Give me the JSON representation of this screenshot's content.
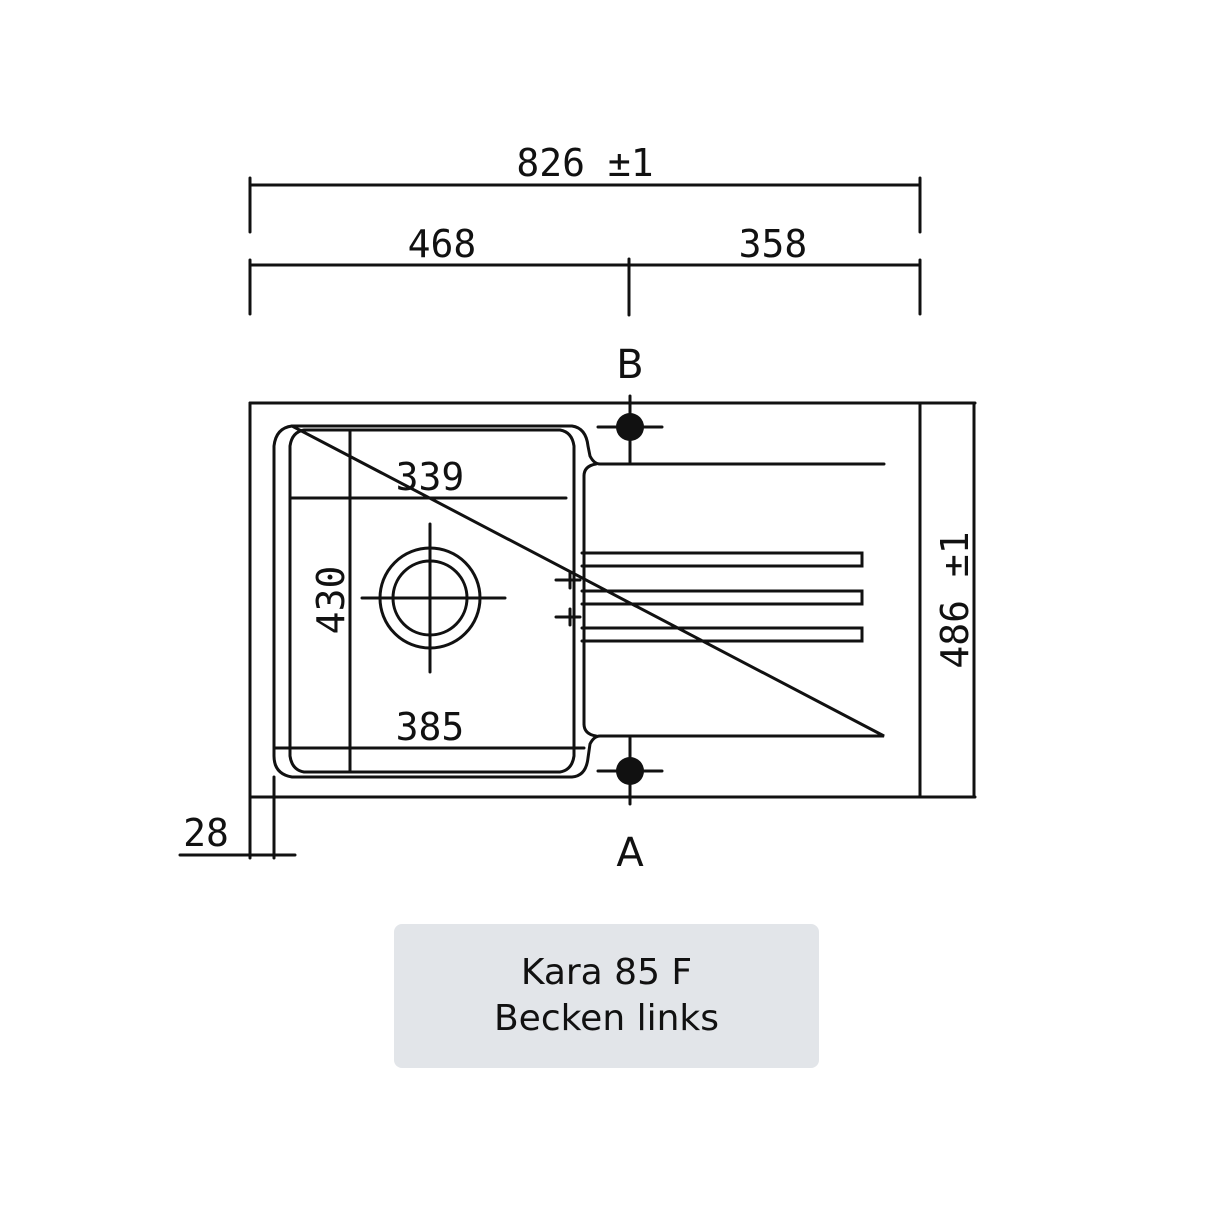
{
  "drawing": {
    "dimensions": {
      "overall_width": "826 ±1",
      "bowl_section_width": "468",
      "drainer_section_width": "358",
      "overall_depth": "486 ±1",
      "bowl_inner_width_top": "339",
      "bowl_inner_width_bottom": "385",
      "bowl_depth": "430",
      "rim_offset": "28"
    },
    "section_markers": {
      "top": "B",
      "bottom": "A"
    },
    "line_color": "#111111"
  },
  "label": {
    "model": "Kara 85 F",
    "variant": "Becken links",
    "background": "#e2e5e9"
  }
}
